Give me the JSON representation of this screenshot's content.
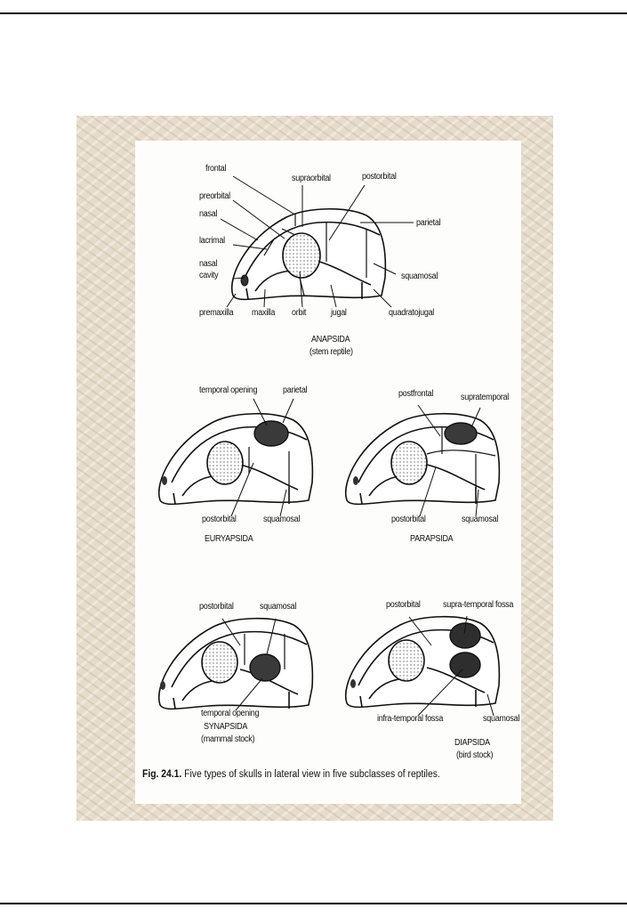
{
  "figure": {
    "anapsida": {
      "labels": {
        "frontal": "frontal",
        "supraorbital": "supraorbital",
        "postorbital": "postorbital",
        "preorbital": "preorbital",
        "nasal": "nasal",
        "parietal": "parietal",
        "lacrimal": "lacrimal",
        "nasal_cavity_1": "nasal",
        "nasal_cavity_2": "cavity",
        "squamosal": "squamosal",
        "premaxilla": "premaxilla",
        "maxilla": "maxilla",
        "orbit": "orbit",
        "jugal": "jugal",
        "quadratojugal": "quadratojugal"
      },
      "title": "ANAPSIDA",
      "subtitle": "(stem reptile)"
    },
    "euryapsida": {
      "labels": {
        "temporal_opening": "temporal opening",
        "parietal": "parietal",
        "postorbital": "postorbital",
        "squamosal": "squamosal"
      },
      "title": "EURYAPSIDA"
    },
    "parapsida": {
      "labels": {
        "postfrontal": "postfrontal",
        "supratemporal": "supratemporal",
        "postorbital": "postorbital",
        "squamosal": "squamosal"
      },
      "title": "PARAPSIDA"
    },
    "synapsida": {
      "labels": {
        "postorbital": "postorbital",
        "squamosal": "squamosal",
        "temporal_opening": "temporal opening"
      },
      "title": "SYNAPSIDA",
      "subtitle": "(mammal stock)"
    },
    "diapsida": {
      "labels": {
        "postorbital": "postorbital",
        "supra_temporal_fossa": "supra-temporal fossa",
        "infra_temporal_fossa": "infra-temporal fossa",
        "squamosal": "squamosal"
      },
      "title": "DIAPSIDA",
      "subtitle": "(bird stock)"
    },
    "caption": {
      "number": "Fig. 24.1.",
      "text": " Five types of skulls in lateral view in five subclasses of reptiles."
    }
  }
}
